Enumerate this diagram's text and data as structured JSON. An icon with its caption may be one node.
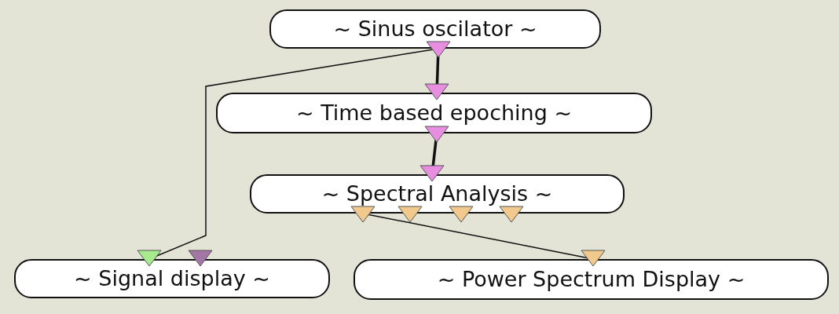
{
  "diagram": {
    "nodes": [
      {
        "text": [
          "~ Sinus oscilator ~"
        ]
      },
      {
        "text": [
          "~ Time based epoching ~"
        ]
      },
      {
        "text": [
          "~ Spectral Analysis ~"
        ]
      },
      {
        "text": [
          "~ Signal display ~"
        ]
      },
      {
        "text": [
          "~ Power Spectrum Display ~"
        ]
      }
    ],
    "edges": [
      {
        "from": 0,
        "to": 1,
        "arrow": "none",
        "style": "thick"
      },
      {
        "from": 0,
        "to": 3,
        "arrow": "none"
      },
      {
        "from": 1,
        "to": 2,
        "arrow": "none",
        "style": "thick"
      },
      {
        "from": 2,
        "to": 4,
        "arrow": "none"
      }
    ]
  }
}
